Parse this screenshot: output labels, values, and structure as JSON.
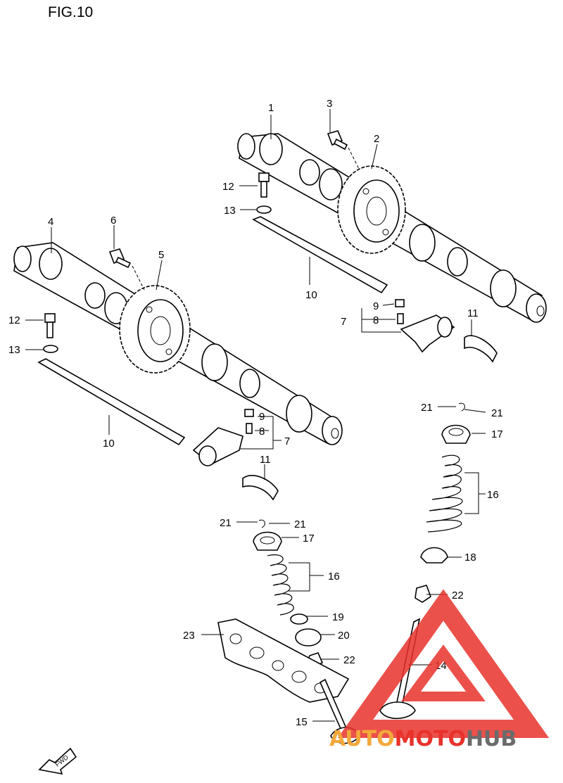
{
  "figure": {
    "title": "FIG.10"
  },
  "callouts": [
    {
      "id": "c1",
      "text": "1"
    },
    {
      "id": "c2",
      "text": "2"
    },
    {
      "id": "c3",
      "text": "3"
    },
    {
      "id": "c12a",
      "text": "12"
    },
    {
      "id": "c13a",
      "text": "13"
    },
    {
      "id": "c4",
      "text": "4"
    },
    {
      "id": "c6",
      "text": "6"
    },
    {
      "id": "c5",
      "text": "5"
    },
    {
      "id": "c10a",
      "text": "10"
    },
    {
      "id": "c9a",
      "text": "9"
    },
    {
      "id": "c7a",
      "text": "7"
    },
    {
      "id": "c8a",
      "text": "8"
    },
    {
      "id": "c11a",
      "text": "11"
    },
    {
      "id": "c12b",
      "text": "12"
    },
    {
      "id": "c13b",
      "text": "13"
    },
    {
      "id": "c10b",
      "text": "10"
    },
    {
      "id": "c9b",
      "text": "9"
    },
    {
      "id": "c8b",
      "text": "8"
    },
    {
      "id": "c7b",
      "text": "7"
    },
    {
      "id": "c11b",
      "text": "11"
    },
    {
      "id": "c21a",
      "text": "21"
    },
    {
      "id": "c21b",
      "text": "21"
    },
    {
      "id": "c17a",
      "text": "17"
    },
    {
      "id": "c16a",
      "text": "16"
    },
    {
      "id": "c18",
      "text": "18"
    },
    {
      "id": "c21c",
      "text": "21"
    },
    {
      "id": "c21d",
      "text": "21"
    },
    {
      "id": "c17b",
      "text": "17"
    },
    {
      "id": "c16b",
      "text": "16"
    },
    {
      "id": "c22a",
      "text": "22"
    },
    {
      "id": "c19",
      "text": "19"
    },
    {
      "id": "c23",
      "text": "23"
    },
    {
      "id": "c20",
      "text": "20"
    },
    {
      "id": "c22b",
      "text": "22"
    },
    {
      "id": "c14",
      "text": "14"
    },
    {
      "id": "c15",
      "text": "15"
    }
  ],
  "fwd_label": "FWD",
  "watermark": {
    "auto": "AUTO",
    "moto": "MOTO",
    "hub": "HUB"
  },
  "colors": {
    "watermark_red": "#e8322b",
    "watermark_orange": "#f2a93b",
    "watermark_gray": "#6b6b6b"
  }
}
